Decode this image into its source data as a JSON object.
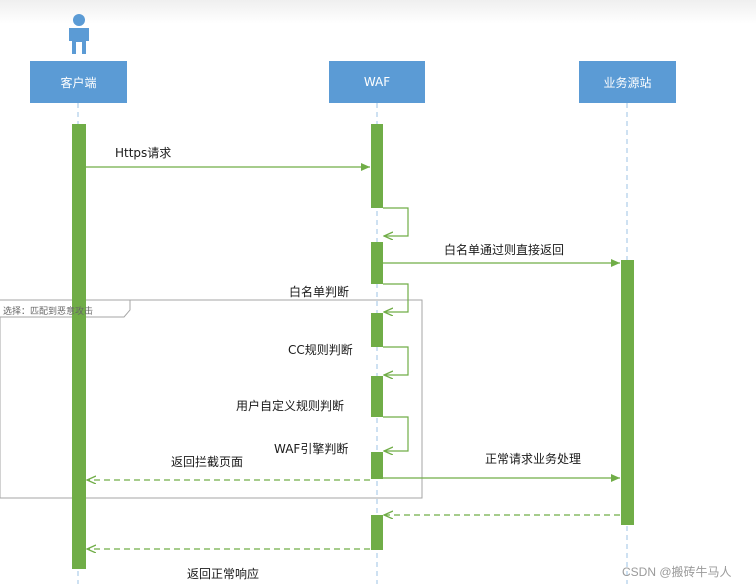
{
  "participants": {
    "client": "客户端",
    "waf": "WAF",
    "origin": "业务源站"
  },
  "messages": {
    "https_request": "Https请求",
    "whitelist_direct_return": "白名单通过则直接返回",
    "whitelist_check": "白名单判断",
    "cc_rule_check": "CC规则判断",
    "custom_rule_check": "用户自定义规则判断",
    "waf_engine_check": "WAF引擎判断",
    "return_block_page": "返回拦截页面",
    "normal_request_processing": "正常请求业务处理",
    "return_normal_response": "返回正常响应"
  },
  "alt_fragment": {
    "label": "选择：匹配到恶意攻击"
  },
  "watermark": "CSDN @搬砖牛马人",
  "colors": {
    "participant_box": "#5b9bd5",
    "activation_bar": "#70ad47",
    "message_line": "#70ad47",
    "lifeline": "#9dc3e6",
    "fragment_border": "#a6a6a6"
  }
}
